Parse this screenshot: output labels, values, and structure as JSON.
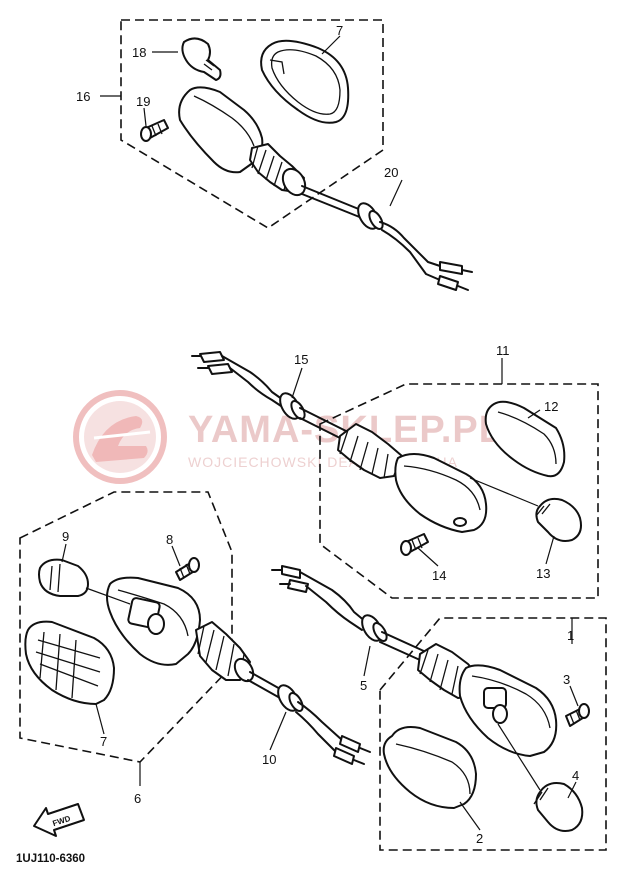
{
  "diagram": {
    "drawing_code": "1UJ110-6360",
    "fwd_label": "FWD",
    "watermark": {
      "line1": "YAMA-SKLEP.PL",
      "line2": "WOJCIECHOWSKI DEALER YAMAHA"
    },
    "callouts": [
      "1",
      "2",
      "3",
      "4",
      "5",
      "6",
      "7",
      "8",
      "9",
      "10",
      "11",
      "12",
      "13",
      "14",
      "15",
      "16",
      "7",
      "18",
      "19",
      "20"
    ],
    "colors": {
      "line": "#111111",
      "watermark": "#e05a5a"
    }
  }
}
